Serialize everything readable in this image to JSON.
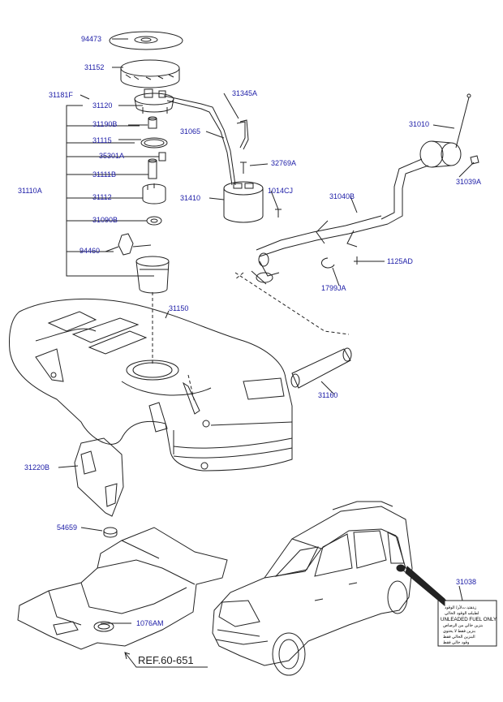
{
  "parts": {
    "p94473": "94473",
    "p31152": "31152",
    "p31181F": "31181F",
    "p31120": "31120",
    "p31190B": "31190B",
    "p31115": "31115",
    "p35301A": "35301A",
    "p31111B": "31111B",
    "p31110A": "31110A",
    "p31112": "31112",
    "p31090B": "31090B",
    "p94460": "94460",
    "p31345A": "31345A",
    "p31065": "31065",
    "p32769A": "32769A",
    "p1014CJ": "1014CJ",
    "p31410": "31410",
    "p31010": "31010",
    "p31039A": "31039A",
    "p31040B": "31040B",
    "p1125AD": "1125AD",
    "p1799JA": "1799JA",
    "p31150": "31150",
    "p31160": "31160",
    "p31220B": "31220B",
    "p54659": "54659",
    "p1076AM": "1076AM",
    "p31038": "31038"
  },
  "reference": "REF.60-651",
  "sticker": {
    "headline": "UNLEADED FUEL ONLY"
  },
  "colors": {
    "label": "#1a1aa6",
    "line": "#222222"
  }
}
